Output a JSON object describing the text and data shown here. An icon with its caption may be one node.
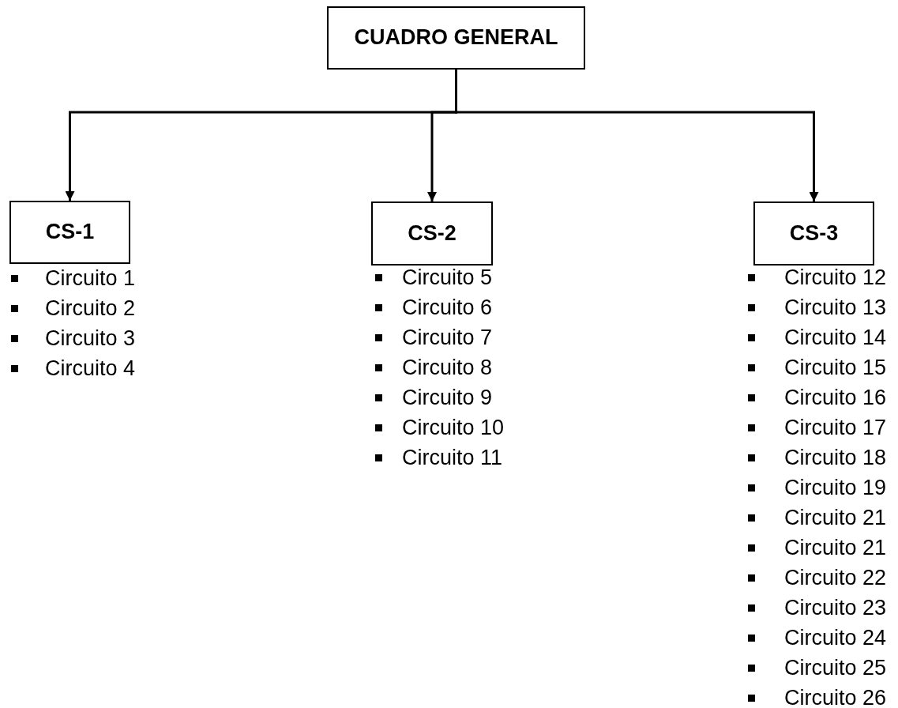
{
  "diagram": {
    "nodes": [
      {
        "text": [
          "CUADRO GENERAL"
        ]
      },
      {
        "text": [
          "CS-1"
        ],
        "beside": [
          "Circuito 1",
          "Circuito 2",
          "Circuito 3",
          "Circuito 4"
        ]
      },
      {
        "text": [
          "CS-2"
        ],
        "beside": [
          "Circuito 5",
          "Circuito 6",
          "Circuito 7",
          "Circuito 8",
          "Circuito 9",
          "Circuito 10",
          "Circuito 11"
        ]
      },
      {
        "text": [
          "CS-3"
        ],
        "beside": [
          "Circuito 12",
          "Circuito 13",
          "Circuito 14",
          "Circuito 15",
          "Circuito 16",
          "Circuito 17",
          "Circuito 18",
          "Circuito 19",
          "Circuito 21",
          "Circuito 21",
          "Circuito 22",
          "Circuito 23",
          "Circuito 24",
          "Circuito 25",
          "Circuito 26"
        ]
      }
    ],
    "edges": [
      {
        "from": 0,
        "to": 1,
        "arrow": "to"
      },
      {
        "from": 0,
        "to": 2,
        "arrow": "to"
      },
      {
        "from": 0,
        "to": 3,
        "arrow": "to"
      }
    ]
  }
}
